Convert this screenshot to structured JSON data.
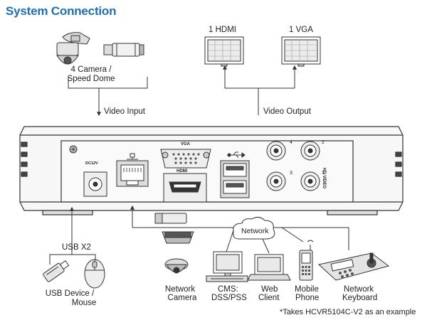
{
  "title": "System Connection",
  "labels": {
    "camera": [
      "4 Camera /",
      "Speed Dome"
    ],
    "video_input": "Video Input",
    "video_output": "Video Output",
    "hdmi_out": "1 HDMI",
    "vga_out": "1 VGA",
    "usb": "USB X2",
    "usb_device": [
      "USB Device /",
      "Mouse"
    ],
    "network": "Network",
    "network_camera": [
      "Network",
      "Camera"
    ],
    "cms": [
      "CMS:",
      "DSS/PSS"
    ],
    "web_client": [
      "Web",
      "Client"
    ],
    "mobile_phone": [
      "Mobile",
      "Phone"
    ],
    "network_keyboard": [
      "Network",
      "Keyboard"
    ]
  },
  "panel": {
    "vga": "VGA",
    "hdmi": "HDMI",
    "dc": "DC12V",
    "hd_video": "HD VIDEO",
    "bnc_numbers": [
      "4",
      "2",
      "3",
      "1"
    ]
  },
  "footnote": "*Takes HCVR5104C-V2 as an example",
  "colors": {
    "title": "#1f6fb8",
    "line": "#333333",
    "screen": "#e9e9e9"
  }
}
